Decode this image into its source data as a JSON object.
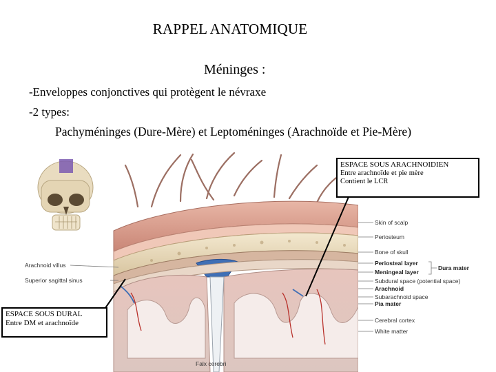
{
  "title": "RAPPEL ANATOMIQUE",
  "subtitle": "Méninges :",
  "lines": [
    "-Enveloppes conjonctives qui protègent le névraxe",
    "-2 types:",
    "Pachyméninges (Dure-Mère) et Leptoméninges (Arachnoïde et Pie-Mère)"
  ],
  "callouts": {
    "arachnoid_space": {
      "title": "ESPACE SOUS ARACHNOIDIEN",
      "line1": "Entre arachnoïde et pie mère",
      "line2": "Contient le LCR"
    },
    "dural_space": {
      "title": "ESPACE SOUS DURAL",
      "line1": "Entre DM et arachnoïde"
    }
  },
  "figure_labels": {
    "skin": "Skin of scalp",
    "periosteum": "Periosteum",
    "bone": "Bone of skull",
    "periosteal": "Periosteal layer",
    "meningeal": "Meningeal layer",
    "dura": "Dura mater",
    "subdural": "Subdural space (potential space)",
    "arachnoid": "Arachnoid",
    "subarachnoid": "Subarachnoid space",
    "pia": "Pia mater",
    "cortex": "Cerebral cortex",
    "white": "White matter",
    "villus": "Arachnoid villus",
    "sinus": "Superior sagittal sinus",
    "falx": "Falx cerebri"
  }
}
